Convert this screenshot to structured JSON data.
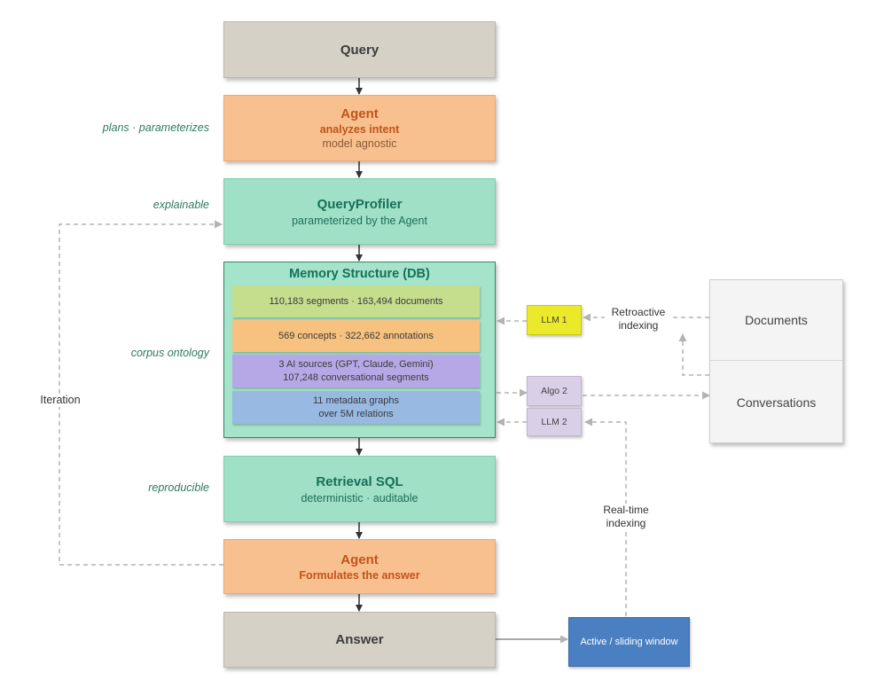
{
  "pipeline": {
    "query": {
      "title": "Query"
    },
    "agent_plan": {
      "title": "Agent",
      "line1": "analyzes intent",
      "line2": "model agnostic",
      "side_label": "plans · parameterizes"
    },
    "query_profiler": {
      "title": "QueryProfiler",
      "line1": "parameterized by the Agent",
      "side_label": "explainable"
    },
    "memory": {
      "title": "Memory Structure (DB)",
      "side_label": "corpus ontology",
      "layers": [
        {
          "line1": "110,183 segments · 163,494 documents",
          "color": "#c4de8e"
        },
        {
          "line1": "569 concepts · 322,662 annotations",
          "color": "#f7c27f"
        },
        {
          "line1": "3 AI sources (GPT, Claude, Gemini)",
          "line2": "107,248 conversational segments",
          "color": "#b6a8e6"
        },
        {
          "line1": "11 metadata graphs",
          "line2": "over 5M relations",
          "color": "#97b9e2"
        }
      ]
    },
    "retrieval_sql": {
      "title": "Retrieval SQL",
      "line1": "deterministic · auditable",
      "side_label": "reproducible"
    },
    "agent_answer": {
      "title": "Agent",
      "line1": "Formulates the answer"
    },
    "answer": {
      "title": "Answer"
    }
  },
  "iteration_label": "Iteration",
  "processors": {
    "llm1": {
      "label": "LLM 1",
      "color": "#eaea2a"
    },
    "algo2": {
      "label": "Algo 2",
      "color": "#d9cfe6"
    },
    "llm2": {
      "label": "LLM 2",
      "color": "#d9cfe6"
    }
  },
  "sources": {
    "documents": "Documents",
    "conversations": "Conversations",
    "retroactive_label_line1": "Retroactive",
    "retroactive_label_line2": "indexing"
  },
  "realtime": {
    "window_label": "Active / sliding window",
    "window_color": "#4a7fc1",
    "label_line1": "Real-time",
    "label_line2": "indexing"
  }
}
